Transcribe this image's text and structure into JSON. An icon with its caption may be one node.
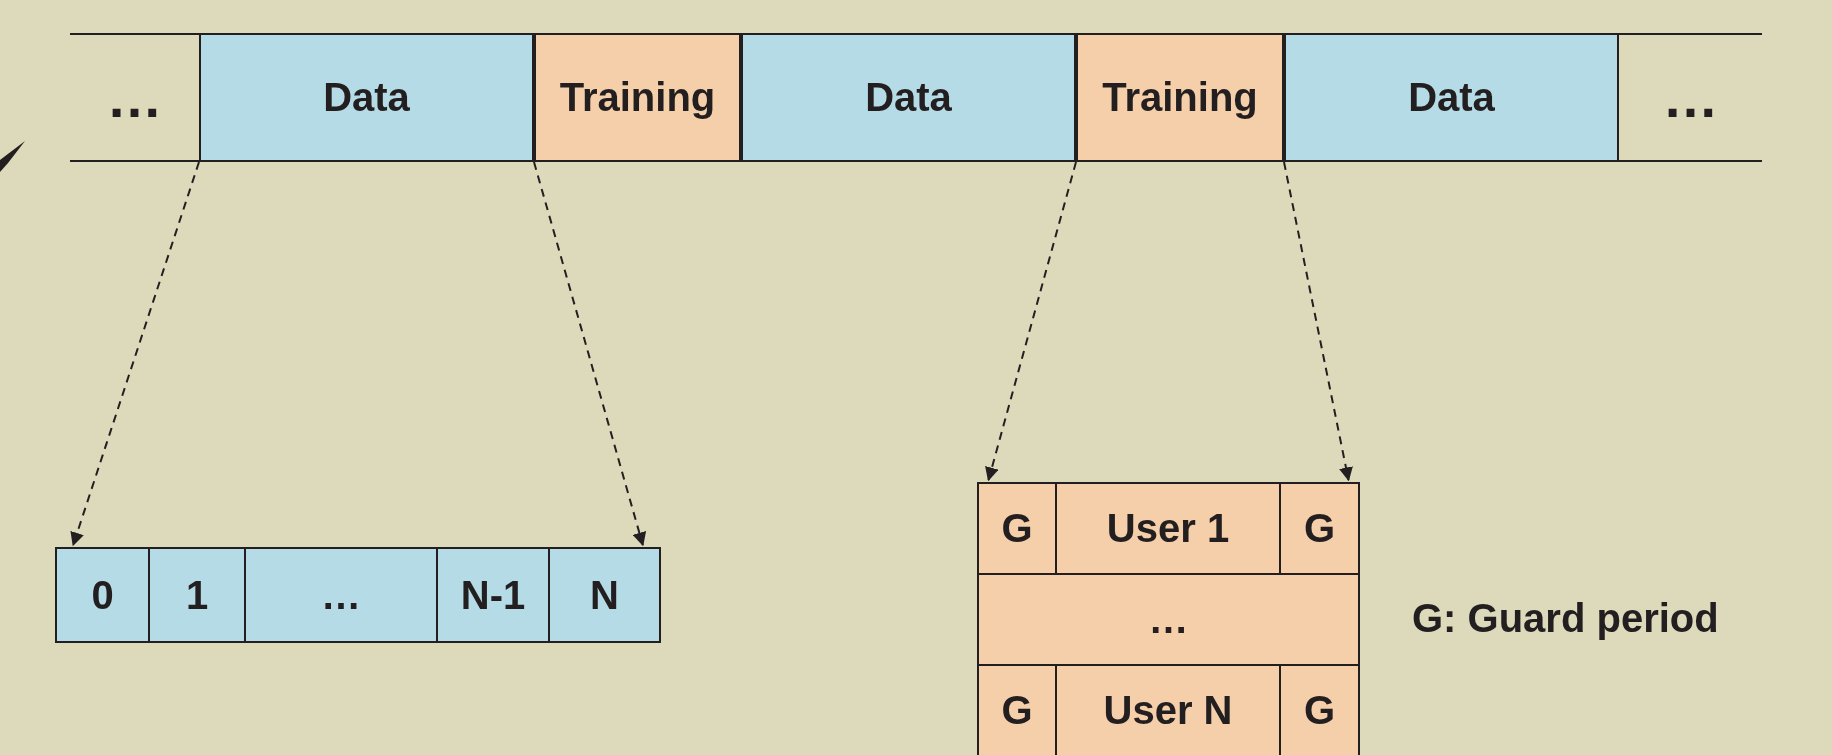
{
  "diagram": {
    "nodes": [
      {
        "text": [
          "…"
        ]
      },
      {
        "text": [
          "Data"
        ]
      },
      {
        "text": [
          "Training"
        ]
      },
      {
        "text": [
          "Data"
        ]
      },
      {
        "text": [
          "Training"
        ]
      },
      {
        "text": [
          "Data"
        ]
      },
      {
        "text": [
          "…"
        ]
      },
      {
        "text": [],
        "shape": "box"
      },
      {
        "text": [
          "0"
        ],
        "in": 7
      },
      {
        "text": [
          "1"
        ],
        "in": 7
      },
      {
        "text": [
          "…"
        ],
        "in": 7
      },
      {
        "text": [
          "N-1"
        ],
        "in": 7
      },
      {
        "text": [
          "N"
        ],
        "in": 7
      },
      {
        "text": [],
        "shape": "box"
      },
      {
        "text": [
          "G"
        ],
        "in": 13
      },
      {
        "text": [
          "User 1"
        ],
        "in": 13
      },
      {
        "text": [
          "G"
        ],
        "in": 13
      },
      {
        "text": [
          "…"
        ],
        "in": 13
      },
      {
        "text": [
          "G"
        ],
        "in": 13
      },
      {
        "text": [
          "User N"
        ],
        "in": 13
      },
      {
        "text": [
          "G"
        ],
        "in": 13
      }
    ],
    "edges": [
      {
        "from": 1,
        "to": 7,
        "arrow": "to",
        "style": "dashed"
      },
      {
        "from": 1,
        "to": 7,
        "arrow": "to",
        "style": "dashed"
      },
      {
        "from": 4,
        "to": 13,
        "arrow": "to",
        "style": "dashed"
      },
      {
        "from": 4,
        "to": 13,
        "arrow": "to",
        "style": "dashed"
      }
    ],
    "labels": [
      "G: Guard period"
    ]
  }
}
